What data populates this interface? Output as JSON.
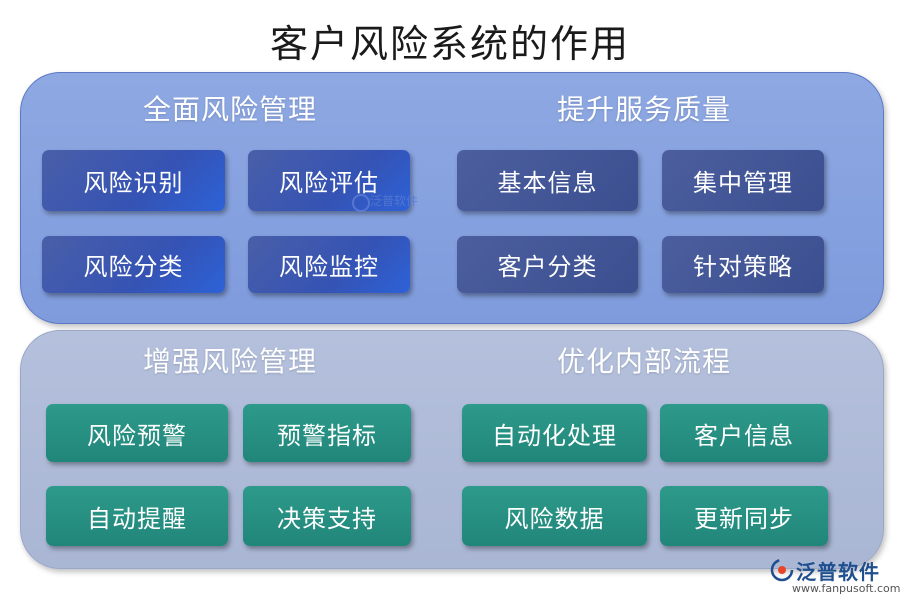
{
  "title": "客户风险系统的作用",
  "sections": {
    "top_left": {
      "title": "全面风险管理",
      "buttons": [
        "风险识别",
        "风险评估",
        "风险分类",
        "风险监控"
      ]
    },
    "top_right": {
      "title": "提升服务质量",
      "buttons": [
        "基本信息",
        "集中管理",
        "客户分类",
        "针对策略"
      ]
    },
    "bottom_left": {
      "title": "增强风险管理",
      "buttons": [
        "风险预警",
        "预警指标",
        "自动提醒",
        "决策支持"
      ]
    },
    "bottom_right": {
      "title": "优化内部流程",
      "buttons": [
        "自动化处理",
        "客户信息",
        "风险数据",
        "更新同步"
      ]
    }
  },
  "watermark": "泛普软件",
  "logo": {
    "name": "泛普软件",
    "url": "www.fanpusoft.com",
    "icon": "fanpu-logo-icon"
  },
  "colors": {
    "top_panel": "#8ea8e2",
    "bottom_panel": "#b4c0dc",
    "blue_button": "#3553b4",
    "navy_button": "#3b4f90",
    "teal_button": "#21867a"
  }
}
